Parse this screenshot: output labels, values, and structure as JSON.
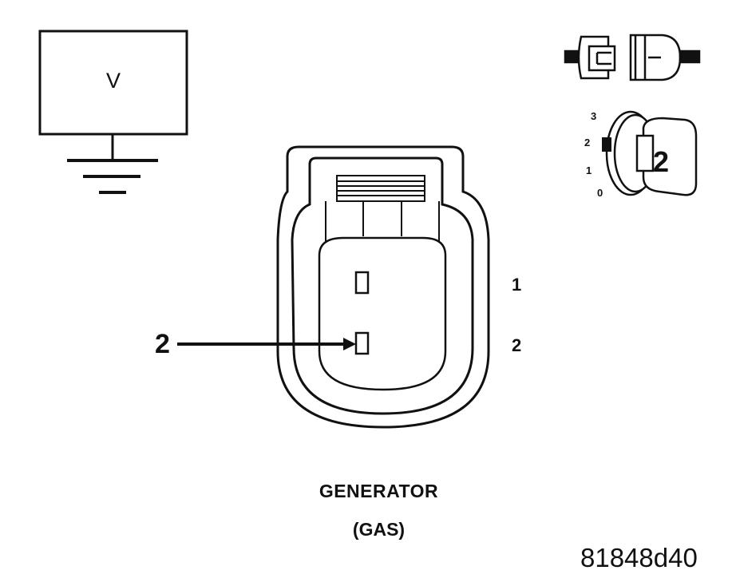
{
  "meter": {
    "symbol": "V"
  },
  "connector": {
    "pin_labels": [
      "1",
      "2"
    ],
    "probe_label": "2",
    "name_line1": "GENERATOR",
    "name_line2": "(GAS)"
  },
  "ignition_switch": {
    "positions": [
      "3",
      "2",
      "1",
      "0"
    ],
    "selected_position": "2"
  },
  "figure_id": "81848d40"
}
